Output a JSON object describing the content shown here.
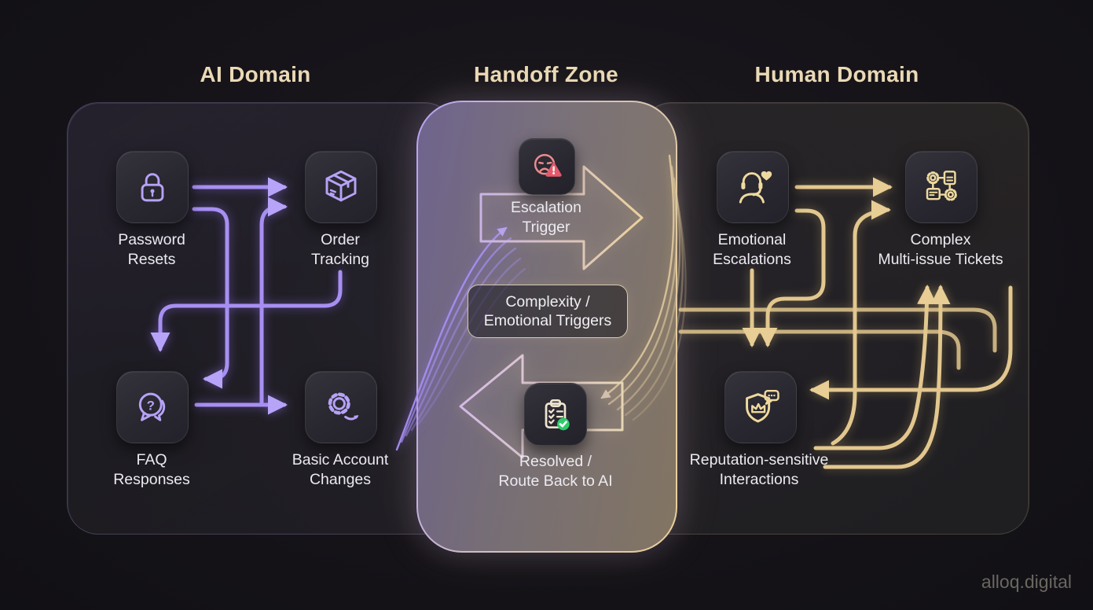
{
  "headers": {
    "ai_domain": "AI Domain",
    "handoff_zone": "Handoff Zone",
    "human_domain": "Human Domain"
  },
  "ai_domain": {
    "nodes": [
      {
        "label": "Password\nResets",
        "icon": "lock-icon"
      },
      {
        "label": "Order\nTracking",
        "icon": "package-icon"
      },
      {
        "label": "FAQ\nResponses",
        "icon": "chat-question-icon",
        "icon_glyph": "?"
      },
      {
        "label": "Basic Account\nChanges",
        "icon": "gear-sync-icon"
      }
    ]
  },
  "handoff_zone": {
    "nodes": [
      {
        "label": "Escalation\nTrigger",
        "icon": "sad-face-alert-icon"
      },
      {
        "label": "Resolved /\nRoute Back to AI",
        "icon": "clipboard-check-icon"
      }
    ],
    "callout": {
      "label": "Complexity /\nEmotional Triggers"
    }
  },
  "human_domain": {
    "nodes": [
      {
        "label": "Emotional\nEscalations",
        "icon": "headset-heart-icon"
      },
      {
        "label": "Complex\nMulti-issue Tickets",
        "icon": "workflow-gears-doc-icon"
      },
      {
        "label": "Reputation-sensitive\nInteractions",
        "icon": "shield-crown-chat-icon"
      }
    ]
  },
  "watermark": "alloq.digital",
  "colors": {
    "ai_accent": "#a78ff2",
    "human_accent": "#e2c78e",
    "header_text": "#ead9b5",
    "alert_red": "#e4596b",
    "success_green": "#2ecb6a",
    "background": "#151318"
  }
}
